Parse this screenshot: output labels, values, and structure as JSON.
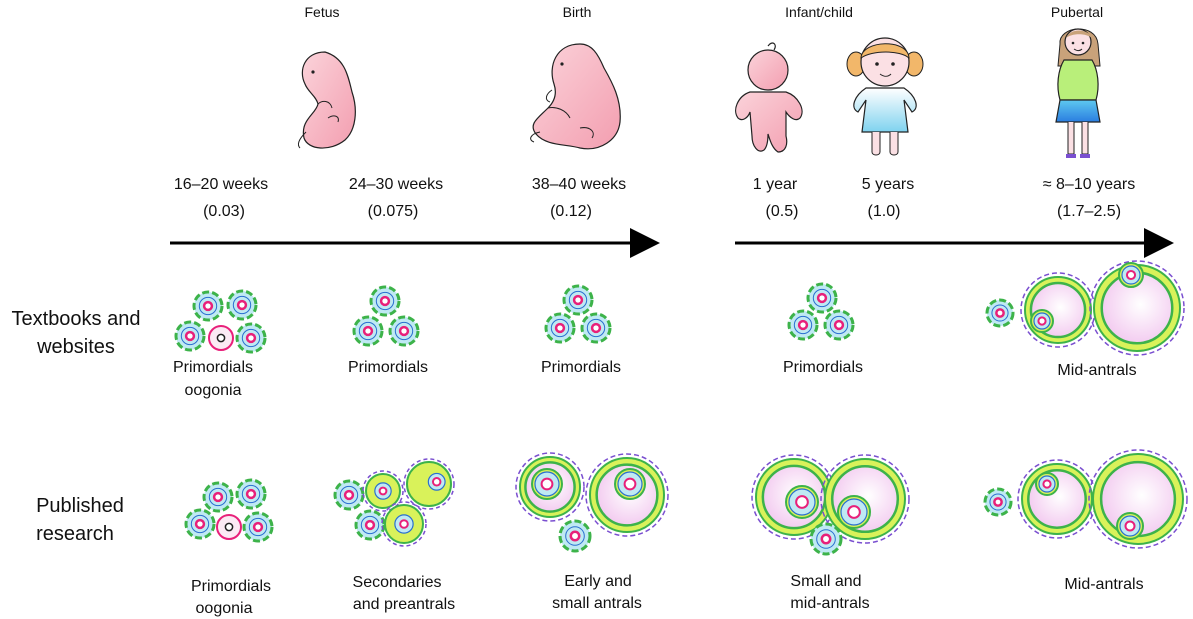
{
  "stages": [
    {
      "name": "Fetus"
    },
    {
      "name": "Birth"
    },
    {
      "name": "Infant/child"
    },
    {
      "name": "Pubertal"
    }
  ],
  "timepoints": [
    {
      "age": "16–20 weeks",
      "value": "(0.03)"
    },
    {
      "age": "24–30 weeks",
      "value": "(0.075)"
    },
    {
      "age": "38–40 weeks",
      "value": "(0.12)"
    },
    {
      "age": "1 year",
      "value": "(0.5)"
    },
    {
      "age": "5 years",
      "value": "(1.0)"
    },
    {
      "age": "≈ 8–10 years",
      "value": "(1.7–2.5)"
    }
  ],
  "rows": {
    "textbooks": {
      "line1": "Textbooks and",
      "line2": "websites",
      "labels": [
        {
          "l1": "Primordials",
          "l2": "oogonia"
        },
        {
          "l1": "Primordials",
          "l2": ""
        },
        {
          "l1": "Primordials",
          "l2": ""
        },
        {
          "l1": "Primordials",
          "l2": ""
        },
        {
          "l1": "Mid-antrals",
          "l2": ""
        }
      ]
    },
    "research": {
      "line1": "Published",
      "line2": "research",
      "labels": [
        {
          "l1": "Primordials",
          "l2": "oogonia"
        },
        {
          "l1": "Secondaries",
          "l2": "and preantrals"
        },
        {
          "l1": "Early and",
          "l2": "small antrals"
        },
        {
          "l1": "Small and",
          "l2": "mid-antrals"
        },
        {
          "l1": "Mid-antrals",
          "l2": ""
        }
      ]
    }
  },
  "colors": {
    "primordial_fill": "#bfe9f3",
    "granulosa_green": "#3db34a",
    "nucleus_pink": "#e8207a",
    "antral_fill": "#d9f25a",
    "theca_purple": "#7a4fd0",
    "antrum_pink": "#f6d6f2",
    "fetus_pink": "#f7b6c0",
    "arrow": "#000000"
  }
}
